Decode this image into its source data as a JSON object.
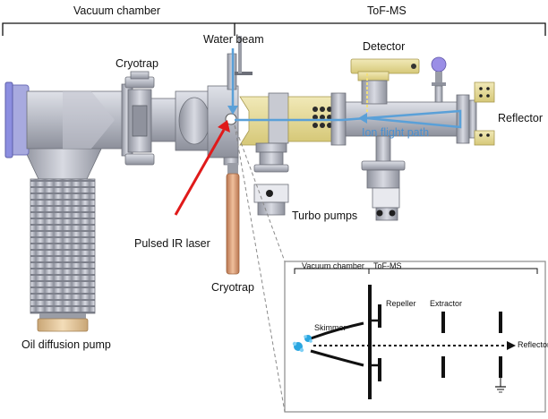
{
  "labels": {
    "vacuum_chamber": "Vacuum chamber",
    "tof_ms": "ToF-MS",
    "water_beam": "Water beam",
    "detector": "Detector",
    "cryotrap_top": "Cryotrap",
    "reflector": "Reflector",
    "ion_flight_path": "Ion flight path",
    "turbo_pumps": "Turbo pumps",
    "pulsed_ir_laser": "Pulsed IR laser",
    "cryotrap_bottom": "Cryotrap",
    "oil_diffusion_pump": "Oil diffusion pump"
  },
  "inset": {
    "vacuum_chamber": "Vacuum chamber",
    "tof_ms": "ToF-MS",
    "repeller": "Repeller",
    "extractor": "Extractor",
    "skimmer": "Skimmer",
    "reflector": "Reflector"
  },
  "colors": {
    "chamber_steel": "#b9bcc6",
    "flange_blue": "#8c8ee0",
    "tof_gold": "#e6dc9a",
    "beam_blue": "#5aa0d8",
    "laser_red": "#e01a1a",
    "copper": "#d9a07a",
    "cluster_cyan": "#2aa6e0"
  }
}
